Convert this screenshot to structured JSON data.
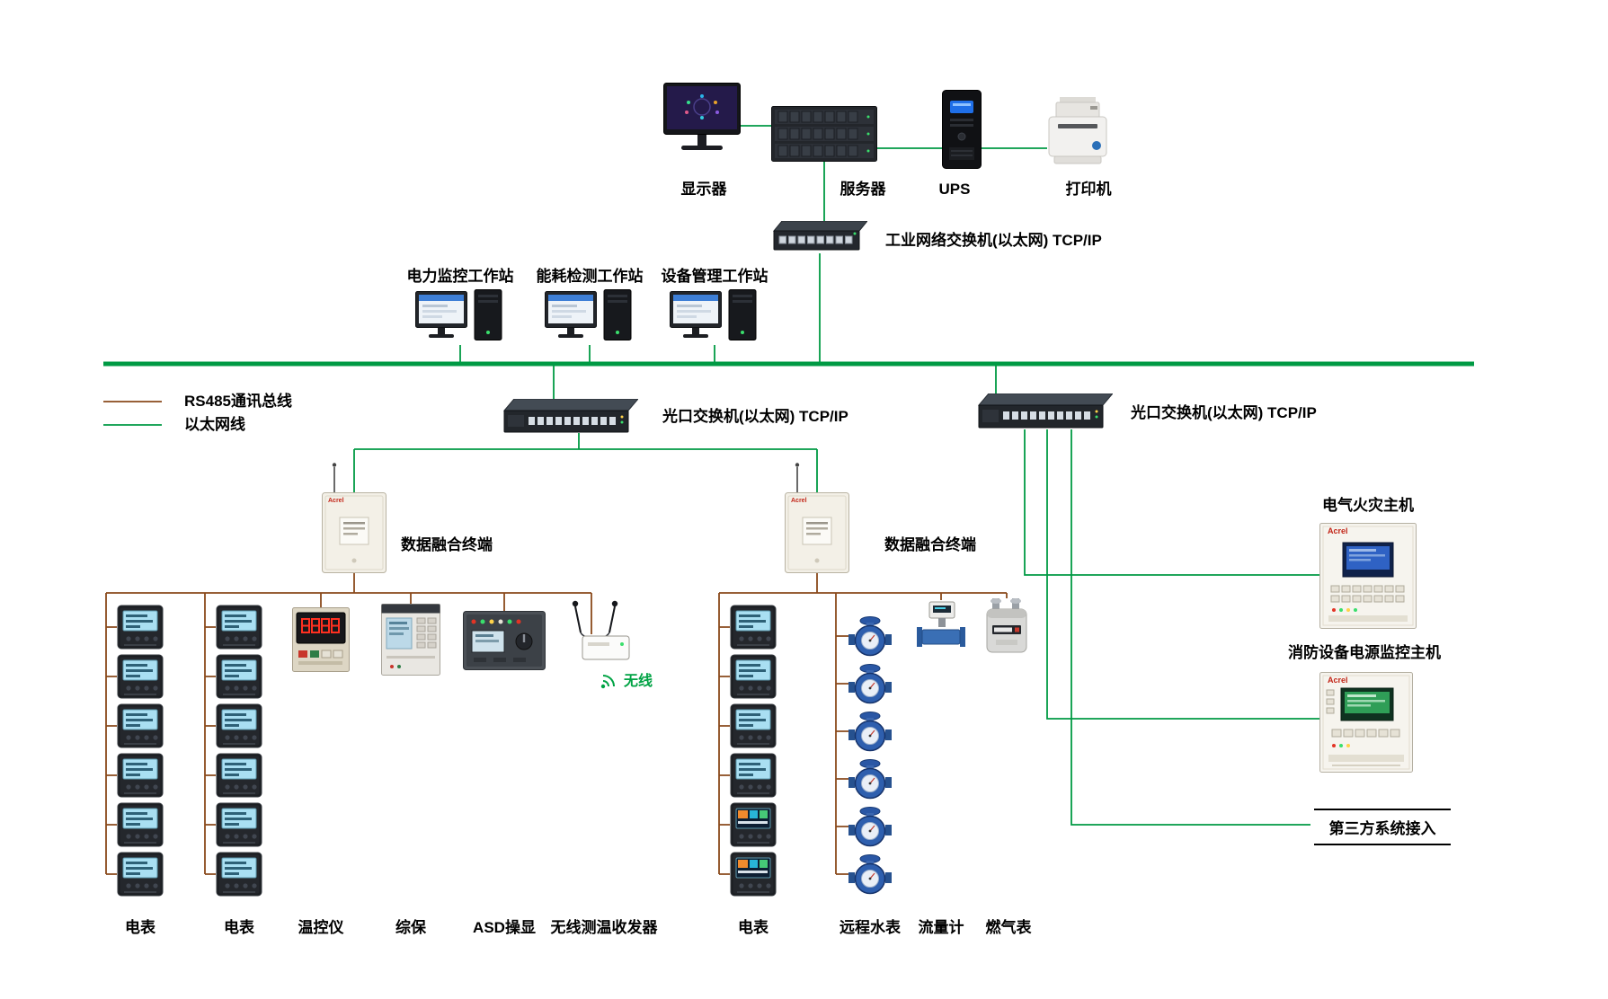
{
  "diagram": {
    "brand": "Acrel",
    "top": {
      "monitor": "显示器",
      "server": "服务器",
      "ups": "UPS",
      "printer": "打印机",
      "industrial_switch": "工业网络交换机(以太网) TCP/IP"
    },
    "workstations": {
      "power": "电力监控工作站",
      "energy": "能耗检测工作站",
      "device": "设备管理工作站"
    },
    "legend": {
      "rs485": {
        "label": "RS485通讯总线",
        "color": "#8a4a1c"
      },
      "ethernet": {
        "label": "以太网线",
        "color": "#009a44"
      }
    },
    "switches": {
      "optical_left": "光口交换机(以太网) TCP/IP",
      "optical_right": "光口交换机(以太网) TCP/IP"
    },
    "terminals": {
      "left": "数据融合终端",
      "right": "数据融合终端"
    },
    "wireless_tag": "无线",
    "bottom": {
      "meter_col1": "电表",
      "meter_col2": "电表",
      "temp_controller": "温控仪",
      "protection": "综保",
      "asd": "ASD操显",
      "wireless_transceiver": "无线测温收发器",
      "meter_col3": "电表",
      "water_meter": "远程水表",
      "flow_meter": "流量计",
      "gas_meter": "燃气表"
    },
    "right_panel": {
      "fire_host": "电气火灾主机",
      "fire_power_host": "消防设备电源监控主机",
      "third_party": "第三方系统接入"
    }
  }
}
